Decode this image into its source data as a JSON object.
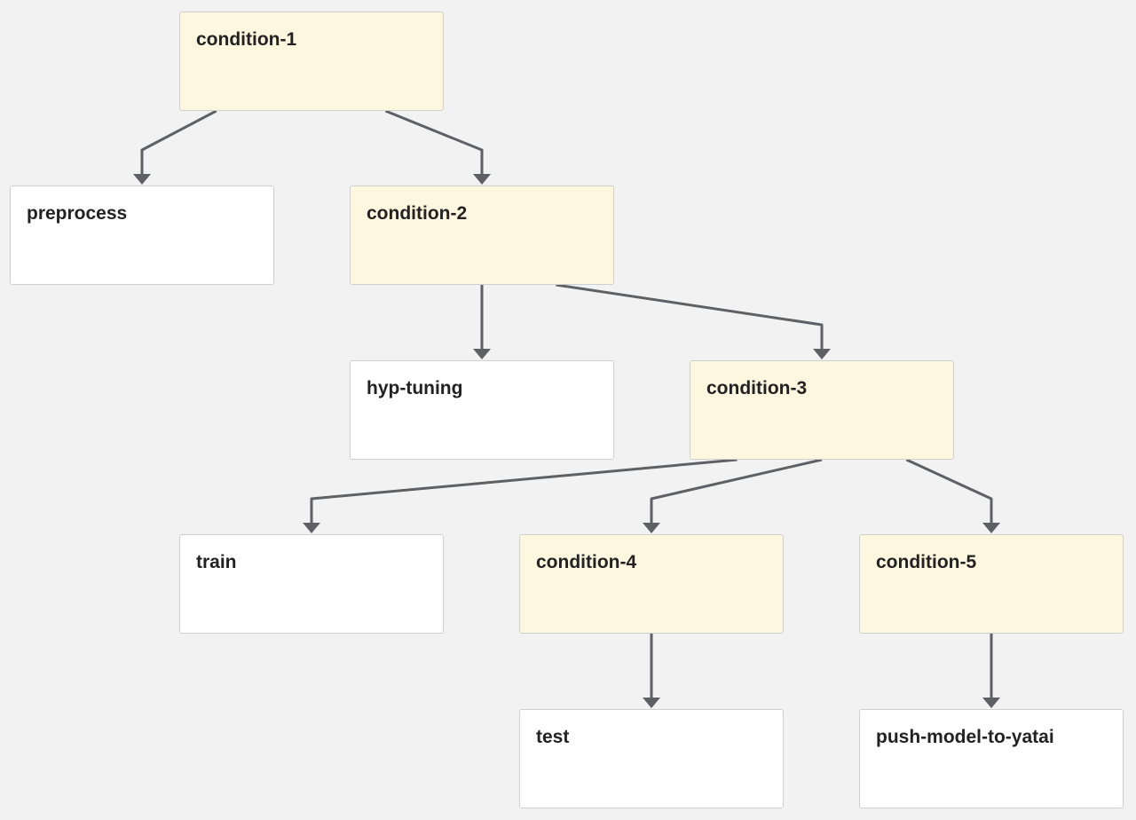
{
  "colors": {
    "background": "#f2f2f2",
    "condition_node_fill": "#fdf7e0",
    "task_node_fill": "#ffffff",
    "node_border": "#cfcfcf",
    "edge": "#5f6066",
    "label_text": "#222222"
  },
  "nodes": {
    "condition_1": {
      "label": "condition-1",
      "kind": "condition"
    },
    "preprocess": {
      "label": "preprocess",
      "kind": "task"
    },
    "condition_2": {
      "label": "condition-2",
      "kind": "condition"
    },
    "hyp_tuning": {
      "label": "hyp-tuning",
      "kind": "task"
    },
    "condition_3": {
      "label": "condition-3",
      "kind": "condition"
    },
    "train": {
      "label": "train",
      "kind": "task"
    },
    "condition_4": {
      "label": "condition-4",
      "kind": "condition"
    },
    "condition_5": {
      "label": "condition-5",
      "kind": "condition"
    },
    "test": {
      "label": "test",
      "kind": "task"
    },
    "push_model": {
      "label": "push-model-to-yatai",
      "kind": "task"
    }
  },
  "edges": [
    {
      "from": "condition_1",
      "to": "preprocess"
    },
    {
      "from": "condition_1",
      "to": "condition_2"
    },
    {
      "from": "condition_2",
      "to": "hyp_tuning"
    },
    {
      "from": "condition_2",
      "to": "condition_3"
    },
    {
      "from": "condition_3",
      "to": "train"
    },
    {
      "from": "condition_3",
      "to": "condition_4"
    },
    {
      "from": "condition_3",
      "to": "condition_5"
    },
    {
      "from": "condition_4",
      "to": "test"
    },
    {
      "from": "condition_5",
      "to": "push_model"
    }
  ]
}
